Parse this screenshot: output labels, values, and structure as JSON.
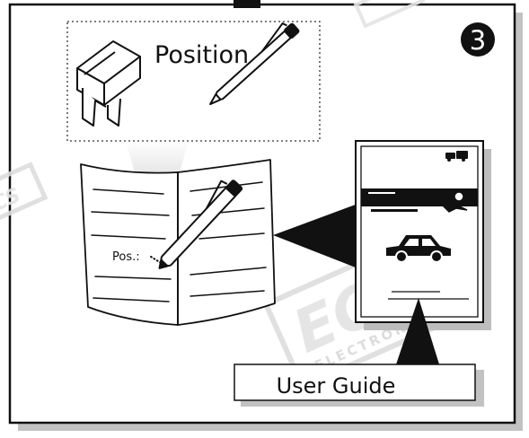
{
  "step_badge": "3",
  "callout_label": "Position",
  "book_note": "Pos.:",
  "guide_label": "User Guide",
  "watermark": {
    "logo_text": "ECS",
    "sub_text": "ELECTRONICS"
  },
  "colors": {
    "ink": "#111111",
    "shadow": "#b8b8b8",
    "watermark": "#dcdcdc",
    "badge": "#111111",
    "paper": "#ffffff"
  },
  "icons": [
    "fuse-icon",
    "pen-icon",
    "open-book-icon",
    "car-icon",
    "trailer-icon",
    "mechanic-icon"
  ]
}
